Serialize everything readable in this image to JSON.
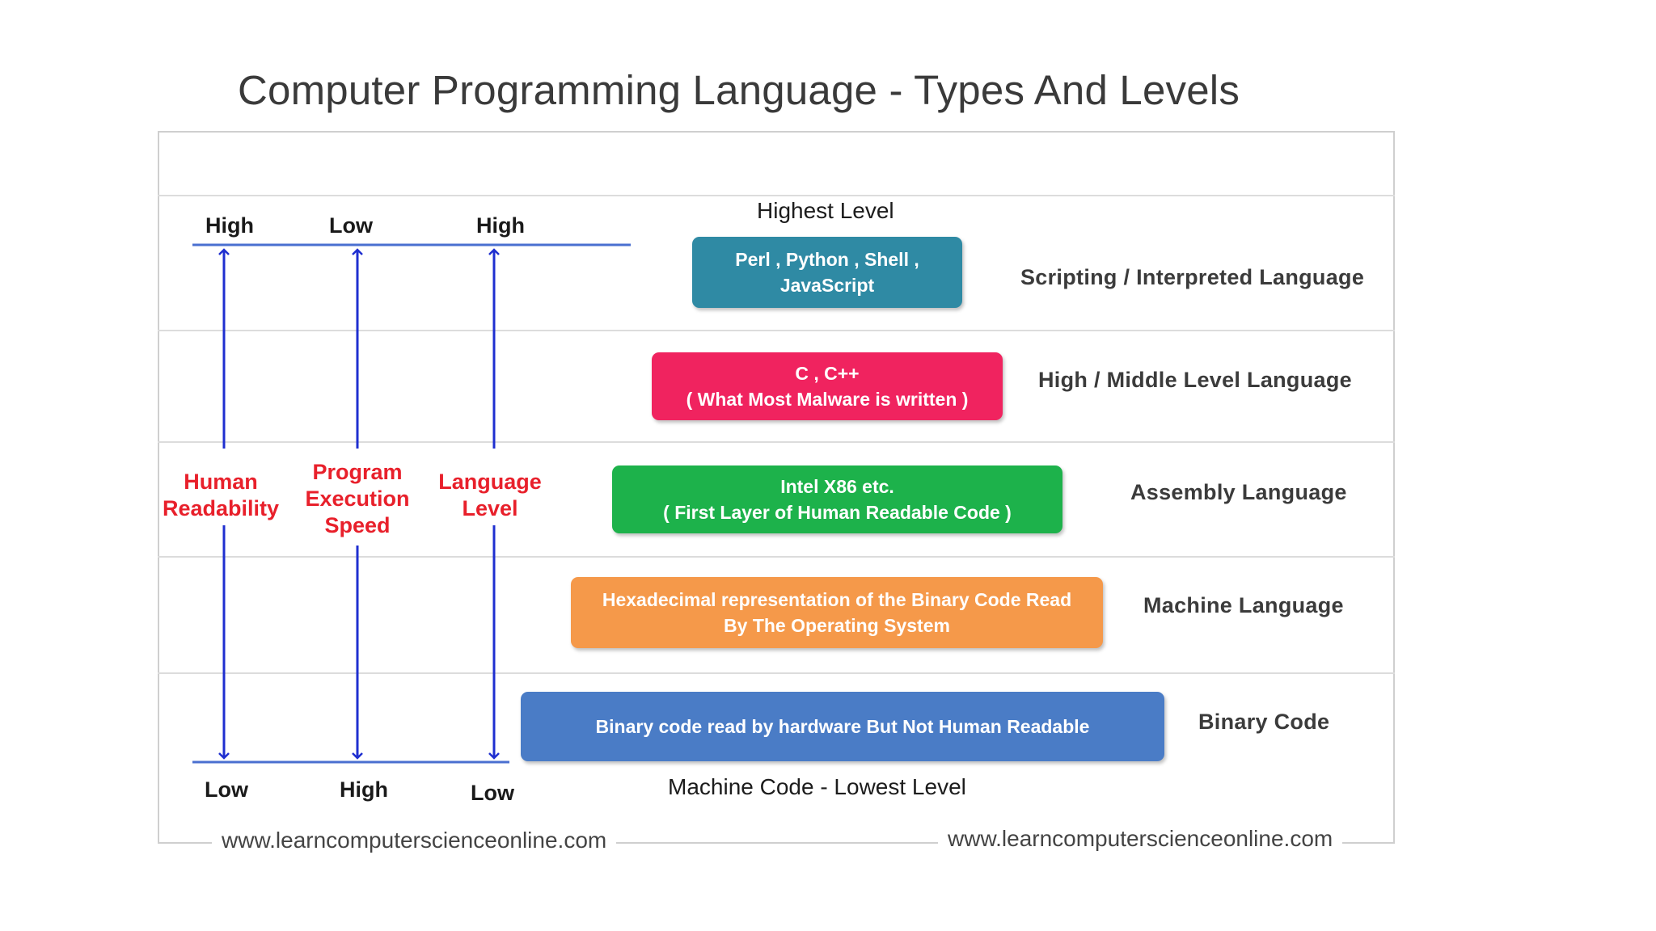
{
  "title": "Computer Programming Language - Types And Levels",
  "colors": {
    "scripting": "#2f8aa4",
    "middle": "#f0235f",
    "assembly": "#1db24b",
    "machine": "#f5994a",
    "binary": "#4a7cc6",
    "arrow": "#1f2fd0",
    "red_label": "#e8202b"
  },
  "axes": {
    "top_labels": [
      "High",
      "Low",
      "High"
    ],
    "bottom_labels": [
      "Low",
      "High",
      "Low"
    ],
    "metrics": [
      {
        "line1": "Human",
        "line2": "Readability",
        "line3": ""
      },
      {
        "line1": "Program",
        "line2": "Execution",
        "line3": "Speed"
      },
      {
        "line1": "Language",
        "line2": "Level",
        "line3": ""
      }
    ]
  },
  "levels": {
    "highest": "Highest Level",
    "lowest": "Machine Code - Lowest Level"
  },
  "rows": [
    {
      "box_line1": "Perl , Python , Shell ,",
      "box_line2": "JavaScript",
      "type": "Scripting  /  Interpreted  Language"
    },
    {
      "box_line1": "C , C++",
      "box_line2": "(  What  Most  Malware is written  )",
      "type": "High  /  Middle  Level  Language"
    },
    {
      "box_line1": "Intel  X86 etc.",
      "box_line2": "(  First  Layer  of  Human Readable Code  )",
      "type": "Assembly  Language"
    },
    {
      "box_line1": "Hexadecimal  representation of the Binary Code Read",
      "box_line2": "By The Operating  System",
      "type": "Machine  Language"
    },
    {
      "box_line1": "Binary code read by hardware But  Not Human  Readable",
      "box_line2": "",
      "type": "Binary  Code"
    }
  ],
  "footer": {
    "left_site": "www.learncomputerscienceonline.com",
    "right_site": "www.learncomputerscienceonline.com"
  }
}
